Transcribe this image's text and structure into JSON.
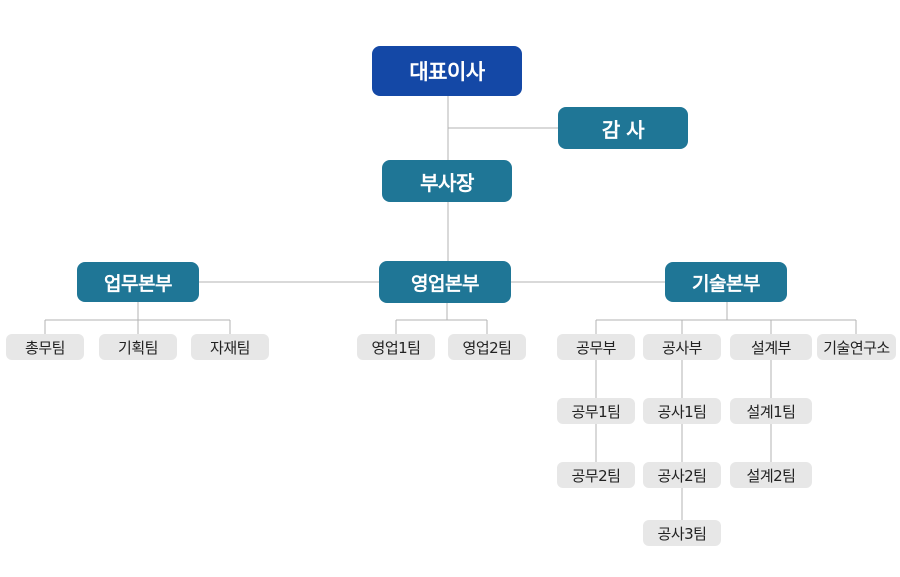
{
  "top": {
    "label": "대표이사"
  },
  "audit": {
    "label": "감 사"
  },
  "vice": {
    "label": "부사장"
  },
  "divisions": [
    {
      "label": "업무본부",
      "teams": [
        "총무팀",
        "기획팀",
        "자재팀"
      ]
    },
    {
      "label": "영업본부",
      "teams": [
        "영업1팀",
        "영업2팀"
      ]
    },
    {
      "label": "기술본부",
      "departments": [
        {
          "label": "공무부",
          "teams": [
            "공무1팀",
            "공무2팀"
          ]
        },
        {
          "label": "공사부",
          "teams": [
            "공사1팀",
            "공사2팀",
            "공사3팀"
          ]
        },
        {
          "label": "설계부",
          "teams": [
            "설계1팀",
            "설계2팀"
          ]
        },
        {
          "label": "기술연구소",
          "teams": []
        }
      ]
    }
  ],
  "colors": {
    "top": "#1448a6",
    "node": "#1f7696",
    "team": "#e7e7e7",
    "line": "#b3b3b3"
  }
}
